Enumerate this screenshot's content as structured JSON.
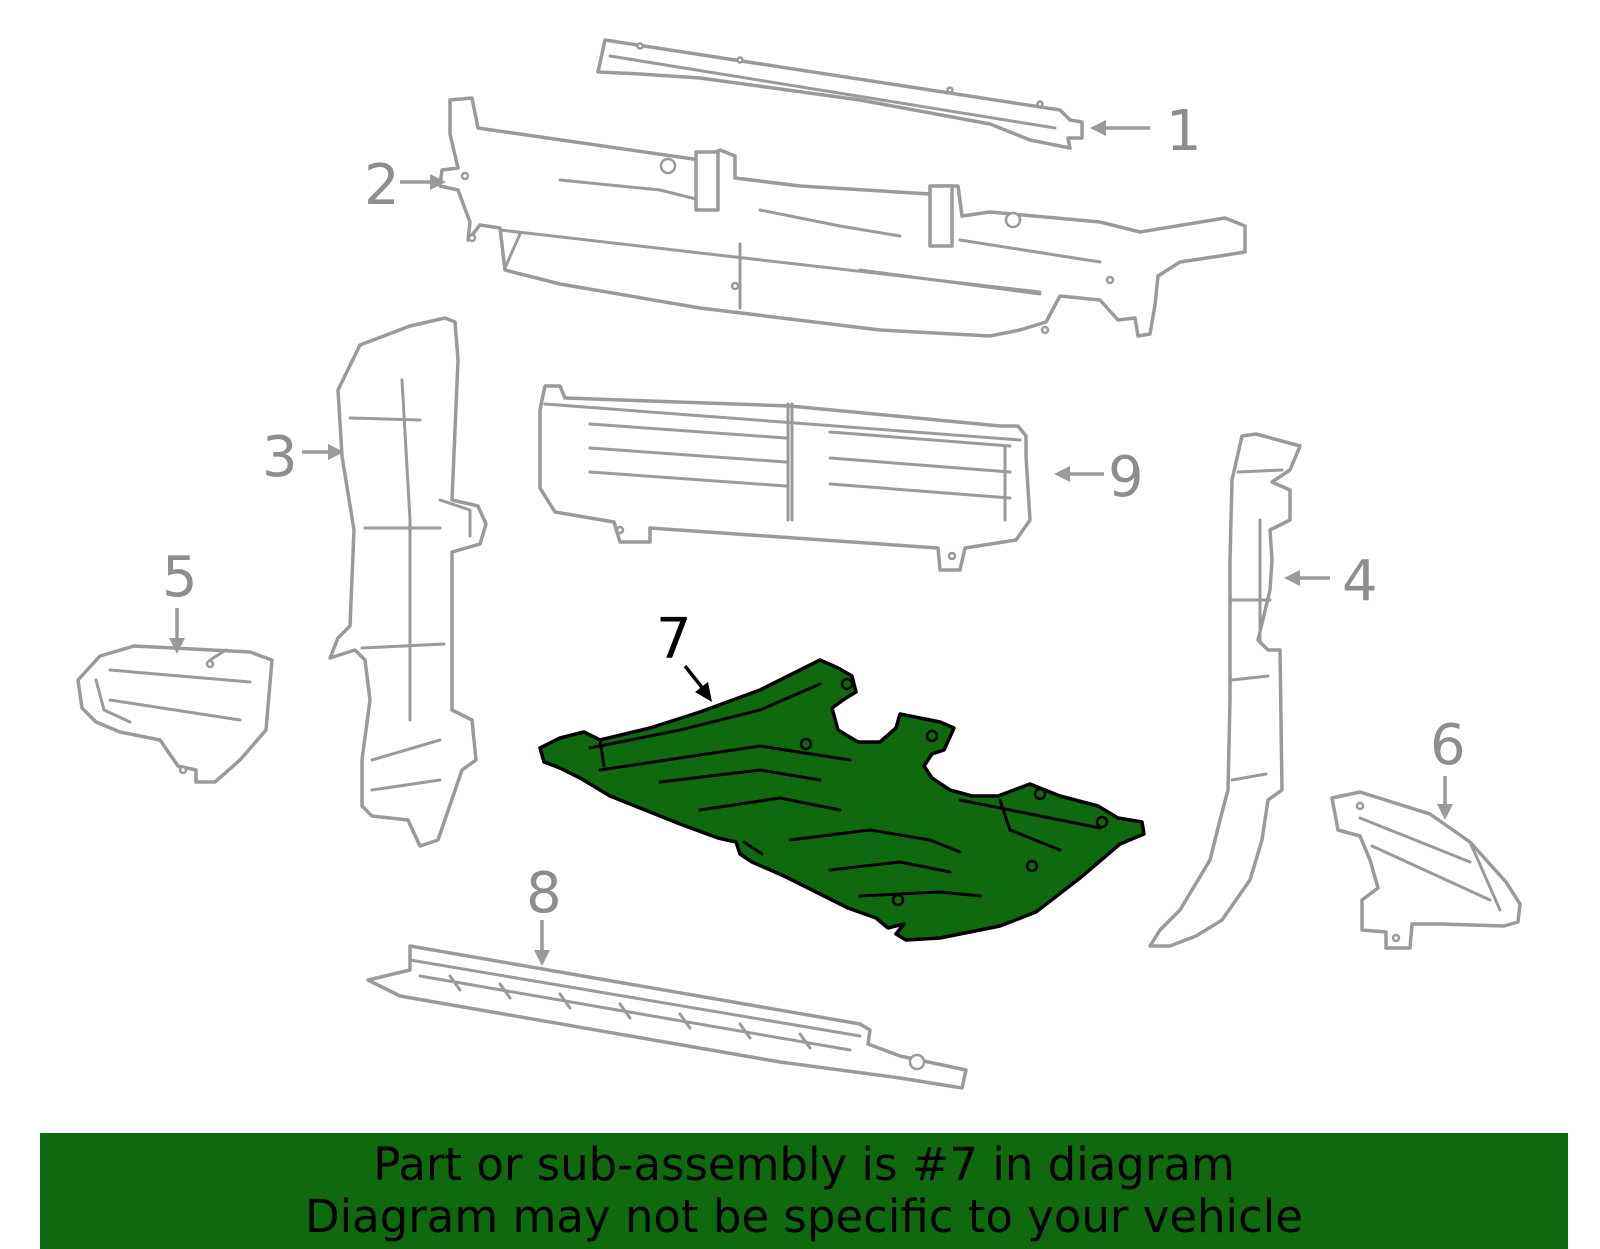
{
  "callouts": [
    {
      "id": "1",
      "label": "1",
      "highlighted": false
    },
    {
      "id": "2",
      "label": "2",
      "highlighted": false
    },
    {
      "id": "3",
      "label": "3",
      "highlighted": false
    },
    {
      "id": "4",
      "label": "4",
      "highlighted": false
    },
    {
      "id": "5",
      "label": "5",
      "highlighted": false
    },
    {
      "id": "6",
      "label": "6",
      "highlighted": false
    },
    {
      "id": "7",
      "label": "7",
      "highlighted": true
    },
    {
      "id": "8",
      "label": "8",
      "highlighted": false
    },
    {
      "id": "9",
      "label": "9",
      "highlighted": false
    }
  ],
  "banner": {
    "line1": "Part or sub-assembly is #7 in diagram",
    "line2": "Diagram may not be specific to your vehicle"
  },
  "colors": {
    "highlight_fill": "#0f6a0f",
    "banner_background": "#0f6a0f",
    "part_outline": "#9a9a9a",
    "callout_text": "#8e8e8e"
  }
}
